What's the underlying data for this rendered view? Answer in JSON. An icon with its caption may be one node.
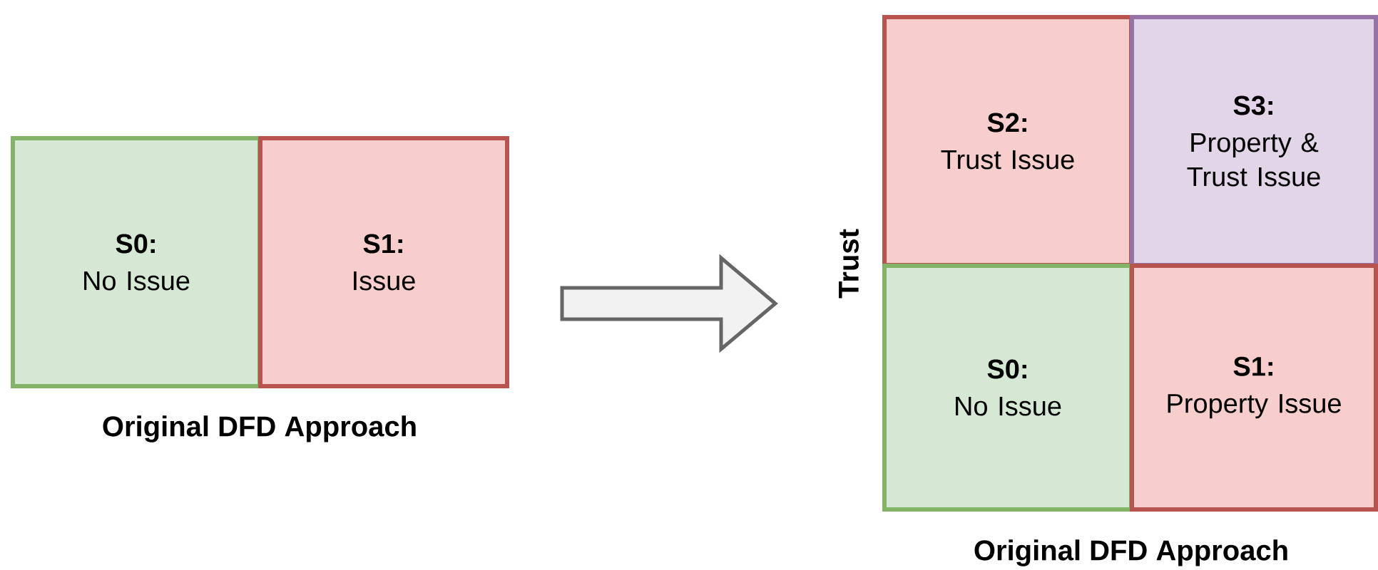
{
  "diagram": {
    "nodes": [
      {
        "text": [
          "S0:",
          "No Issue"
        ]
      },
      {
        "text": [
          "S1:",
          "Issue"
        ]
      },
      {
        "text": [
          "S2:",
          "Trust Issue"
        ]
      },
      {
        "text": [
          "S3:",
          "Property & Trust Issue"
        ]
      },
      {
        "text": [
          "S0:",
          "No Issue"
        ]
      },
      {
        "text": [
          "S1:",
          "Property Issue"
        ]
      }
    ],
    "edges": [
      {
        "from": 1,
        "to": 4,
        "arrow": "to"
      }
    ],
    "labels": [
      "Trust",
      "Original DFD Approach",
      "Original DFD Approach"
    ]
  }
}
